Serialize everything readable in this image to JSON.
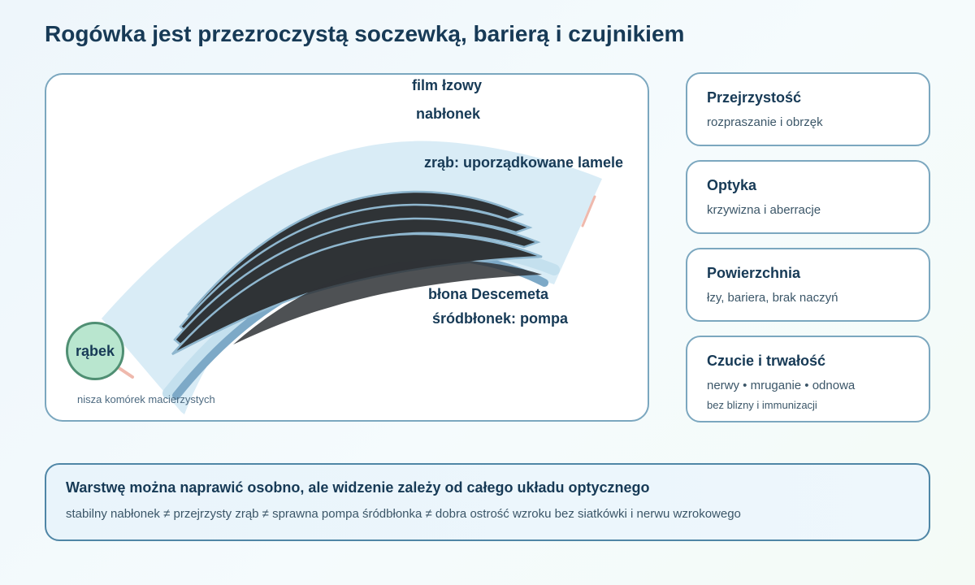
{
  "title": "Rogówka jest przezroczystą soczewką, barierą i czujnikiem",
  "diagram": {
    "labels": {
      "tear_film": "film łzowy",
      "epithelium": "nabłonek",
      "stroma": "zrąb: uporządkowane lamele",
      "descemet": "błona Descemeta",
      "endothelium": "śródbłonek: pompa",
      "limbus": "rąbek",
      "limbus_note": "nisza komórek macierzystych"
    },
    "colors": {
      "tear_film": "#d7ebf5",
      "stroma_lamellae": "#2f3336",
      "lamella_edge": "#8fb7cf",
      "descemet_band": "#7da9c7",
      "nerve": "#efb9ad",
      "limbus_fill": "#b9e6cf",
      "limbus_border": "#4f8f73"
    }
  },
  "cards": [
    {
      "title": "Przejrzystość",
      "text": "rozpraszanie i obrzęk"
    },
    {
      "title": "Optyka",
      "text": "krzywizna i aberracje"
    },
    {
      "title": "Powierzchnia",
      "text": "łzy, bariera, brak naczyń"
    },
    {
      "title": "Czucie i trwałość",
      "text": "nerwy • mruganie • odnowa",
      "subtext": "bez blizny i immunizacji"
    }
  ],
  "summary": {
    "title": "Warstwę można naprawić osobno, ale widzenie zależy od całego układu optycznego",
    "text": "stabilny nabłonek ≠ przejrzysty zrąb ≠ sprawna pompa śródbłonka ≠ dobra ostrość wzroku bez siatkówki i nerwu wzrokowego"
  }
}
